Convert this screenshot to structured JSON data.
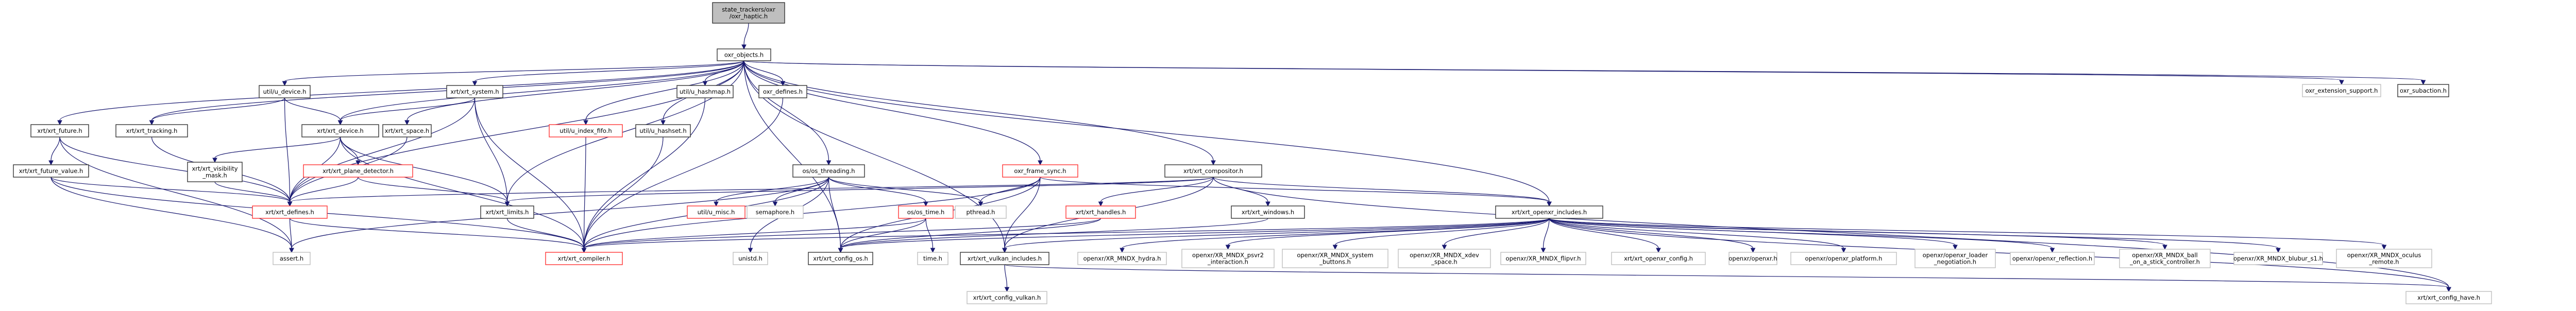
{
  "title": "Include dependency graph for oxr_haptic.h",
  "colors": {
    "edge": "#191970",
    "documented_border": "#333333",
    "undocumented_border": "#bfbfbf",
    "truncated_border": "#ff3333",
    "root_fill": "#bfbfbf"
  },
  "nodes": [
    {
      "id": "oxr_haptic",
      "lines": [
        "state_trackers/oxr",
        "/oxr_haptic.h"
      ],
      "kind": "root"
    },
    {
      "id": "oxr_objects",
      "lines": [
        "oxr_objects.h"
      ],
      "kind": "documented"
    },
    {
      "id": "u_device",
      "lines": [
        "util/u_device.h"
      ],
      "kind": "documented"
    },
    {
      "id": "xrt_system",
      "lines": [
        "xrt/xrt_system.h"
      ],
      "kind": "documented"
    },
    {
      "id": "u_hashmap",
      "lines": [
        "util/u_hashmap.h"
      ],
      "kind": "documented"
    },
    {
      "id": "oxr_defines",
      "lines": [
        "oxr_defines.h"
      ],
      "kind": "documented"
    },
    {
      "id": "xrt_future",
      "lines": [
        "xrt/xrt_future.h"
      ],
      "kind": "documented"
    },
    {
      "id": "xrt_tracking",
      "lines": [
        "xrt/xrt_tracking.h"
      ],
      "kind": "documented"
    },
    {
      "id": "xrt_device",
      "lines": [
        "xrt/xrt_device.h"
      ],
      "kind": "documented"
    },
    {
      "id": "xrt_space",
      "lines": [
        "xrt/xrt_space.h"
      ],
      "kind": "documented"
    },
    {
      "id": "u_index_fifo",
      "lines": [
        "util/u_index_fifo.h"
      ],
      "kind": "truncated"
    },
    {
      "id": "u_hashset",
      "lines": [
        "util/u_hashset.h"
      ],
      "kind": "documented"
    },
    {
      "id": "xrt_future_value",
      "lines": [
        "xrt/xrt_future_value.h"
      ],
      "kind": "documented"
    },
    {
      "id": "xrt_visibility_mask",
      "lines": [
        "xrt/xrt_visibility",
        "_mask.h"
      ],
      "kind": "documented"
    },
    {
      "id": "xrt_plane_detector",
      "lines": [
        "xrt/xrt_plane_detector.h"
      ],
      "kind": "truncated"
    },
    {
      "id": "os_threading",
      "lines": [
        "os/os_threading.h"
      ],
      "kind": "documented"
    },
    {
      "id": "oxr_frame_sync",
      "lines": [
        "oxr_frame_sync.h"
      ],
      "kind": "truncated"
    },
    {
      "id": "xrt_compositor",
      "lines": [
        "xrt/xrt_compositor.h"
      ],
      "kind": "documented"
    },
    {
      "id": "xrt_defines",
      "lines": [
        "xrt/xrt_defines.h"
      ],
      "kind": "truncated"
    },
    {
      "id": "xrt_limits",
      "lines": [
        "xrt/xrt_limits.h"
      ],
      "kind": "documented"
    },
    {
      "id": "u_misc",
      "lines": [
        "util/u_misc.h"
      ],
      "kind": "truncated"
    },
    {
      "id": "semaphore",
      "lines": [
        "semaphore.h"
      ],
      "kind": "undoc"
    },
    {
      "id": "os_time",
      "lines": [
        "os/os_time.h"
      ],
      "kind": "truncated"
    },
    {
      "id": "pthread",
      "lines": [
        "pthread.h"
      ],
      "kind": "undoc"
    },
    {
      "id": "xrt_handles",
      "lines": [
        "xrt/xrt_handles.h"
      ],
      "kind": "truncated"
    },
    {
      "id": "xrt_windows",
      "lines": [
        "xrt/xrt_windows.h"
      ],
      "kind": "documented"
    },
    {
      "id": "xrt_openxr_includes",
      "lines": [
        "xrt/xrt_openxr_includes.h"
      ],
      "kind": "documented"
    },
    {
      "id": "assert",
      "lines": [
        "assert.h"
      ],
      "kind": "undoc"
    },
    {
      "id": "xrt_compiler",
      "lines": [
        "xrt/xrt_compiler.h"
      ],
      "kind": "truncated"
    },
    {
      "id": "unistd",
      "lines": [
        "unistd.h"
      ],
      "kind": "undoc"
    },
    {
      "id": "xrt_config_os",
      "lines": [
        "xrt/xrt_config_os.h"
      ],
      "kind": "documented"
    },
    {
      "id": "time",
      "lines": [
        "time.h"
      ],
      "kind": "undoc"
    },
    {
      "id": "xrt_vulkan_includes",
      "lines": [
        "xrt/xrt_vulkan_includes.h"
      ],
      "kind": "documented"
    },
    {
      "id": "xr_hydra",
      "lines": [
        "openxr/XR_MNDX_hydra.h"
      ],
      "kind": "undoc"
    },
    {
      "id": "xr_psvr2",
      "lines": [
        "openxr/XR_MNDX_psvr2",
        "_interaction.h"
      ],
      "kind": "undoc"
    },
    {
      "id": "xr_system_buttons",
      "lines": [
        "openxr/XR_MNDX_system",
        "_buttons.h"
      ],
      "kind": "undoc"
    },
    {
      "id": "xr_xdev_space",
      "lines": [
        "openxr/XR_MNDX_xdev",
        "_space.h"
      ],
      "kind": "undoc"
    },
    {
      "id": "xr_flipvr",
      "lines": [
        "openxr/XR_MNDX_flipvr.h"
      ],
      "kind": "undoc"
    },
    {
      "id": "xrt_openxr_config",
      "lines": [
        "xrt/xrt_openxr_config.h"
      ],
      "kind": "undoc"
    },
    {
      "id": "openxr_h",
      "lines": [
        "openxr/openxr.h"
      ],
      "kind": "undoc"
    },
    {
      "id": "openxr_platform",
      "lines": [
        "openxr/openxr_platform.h"
      ],
      "kind": "undoc"
    },
    {
      "id": "openxr_loader",
      "lines": [
        "openxr/openxr_loader",
        "_negotiation.h"
      ],
      "kind": "undoc"
    },
    {
      "id": "openxr_reflection",
      "lines": [
        "openxr/openxr_reflection.h"
      ],
      "kind": "undoc"
    },
    {
      "id": "xr_ball",
      "lines": [
        "openxr/XR_MNDX_ball",
        "_on_a_stick_controller.h"
      ],
      "kind": "undoc"
    },
    {
      "id": "xr_blubur",
      "lines": [
        "openxr/XR_MNDX_blubur_s1.h"
      ],
      "kind": "undoc"
    },
    {
      "id": "xr_oculus",
      "lines": [
        "openxr/XR_MNDX_oculus",
        "_remote.h"
      ],
      "kind": "undoc"
    },
    {
      "id": "xrt_config_have",
      "lines": [
        "xrt/xrt_config_have.h"
      ],
      "kind": "undoc"
    },
    {
      "id": "xrt_config_vulkan",
      "lines": [
        "xrt/xrt_config_vulkan.h"
      ],
      "kind": "undoc"
    },
    {
      "id": "oxr_extension_support",
      "lines": [
        "oxr_extension_support.h"
      ],
      "kind": "undoc"
    },
    {
      "id": "oxr_subaction",
      "lines": [
        "oxr_subaction.h"
      ],
      "kind": "documented"
    }
  ],
  "edges": [
    [
      "oxr_haptic",
      "oxr_objects"
    ],
    [
      "oxr_objects",
      "u_device"
    ],
    [
      "oxr_objects",
      "xrt_system"
    ],
    [
      "oxr_objects",
      "u_hashmap"
    ],
    [
      "oxr_objects",
      "oxr_defines"
    ],
    [
      "oxr_objects",
      "xrt_future"
    ],
    [
      "oxr_objects",
      "xrt_tracking"
    ],
    [
      "oxr_objects",
      "xrt_device"
    ],
    [
      "oxr_objects",
      "xrt_space"
    ],
    [
      "oxr_objects",
      "u_index_fifo"
    ],
    [
      "oxr_objects",
      "u_hashset"
    ],
    [
      "oxr_objects",
      "os_threading"
    ],
    [
      "oxr_objects",
      "oxr_frame_sync"
    ],
    [
      "oxr_objects",
      "xrt_compositor"
    ],
    [
      "oxr_objects",
      "xrt_openxr_includes"
    ],
    [
      "oxr_objects",
      "xrt_defines"
    ],
    [
      "oxr_objects",
      "xrt_limits"
    ],
    [
      "oxr_objects",
      "xrt_config_os"
    ],
    [
      "oxr_objects",
      "xrt_vulkan_includes"
    ],
    [
      "oxr_objects",
      "oxr_extension_support"
    ],
    [
      "oxr_objects",
      "oxr_subaction"
    ],
    [
      "u_device",
      "xrt_tracking"
    ],
    [
      "u_device",
      "xrt_device"
    ],
    [
      "u_device",
      "xrt_defines"
    ],
    [
      "xrt_system",
      "xrt_device"
    ],
    [
      "xrt_system",
      "xrt_defines"
    ],
    [
      "xrt_system",
      "xrt_limits"
    ],
    [
      "xrt_system",
      "xrt_compiler"
    ],
    [
      "u_hashmap",
      "xrt_compiler"
    ],
    [
      "oxr_defines",
      "xrt_compiler"
    ],
    [
      "u_hashset",
      "xrt_compiler"
    ],
    [
      "u_index_fifo",
      "xrt_compiler"
    ],
    [
      "xrt_future",
      "xrt_future_value"
    ],
    [
      "xrt_future",
      "xrt_defines"
    ],
    [
      "xrt_future",
      "assert"
    ],
    [
      "xrt_tracking",
      "xrt_defines"
    ],
    [
      "xrt_device",
      "xrt_visibility_mask"
    ],
    [
      "xrt_device",
      "xrt_plane_detector"
    ],
    [
      "xrt_device",
      "xrt_defines"
    ],
    [
      "xrt_device",
      "xrt_limits"
    ],
    [
      "xrt_device",
      "xrt_compiler"
    ],
    [
      "xrt_space",
      "xrt_defines"
    ],
    [
      "xrt_future_value",
      "xrt_defines"
    ],
    [
      "xrt_future_value",
      "assert"
    ],
    [
      "xrt_future_value",
      "xrt_compiler"
    ],
    [
      "xrt_visibility_mask",
      "xrt_defines"
    ],
    [
      "xrt_plane_detector",
      "xrt_defines"
    ],
    [
      "xrt_plane_detector",
      "xrt_limits"
    ],
    [
      "xrt_defines",
      "assert"
    ],
    [
      "xrt_defines",
      "xrt_compiler"
    ],
    [
      "xrt_limits",
      "xrt_compiler"
    ],
    [
      "os_threading",
      "u_misc"
    ],
    [
      "os_threading",
      "semaphore"
    ],
    [
      "os_threading",
      "os_time"
    ],
    [
      "os_threading",
      "pthread"
    ],
    [
      "os_threading",
      "xrt_config_os"
    ],
    [
      "os_threading",
      "unistd"
    ],
    [
      "os_threading",
      "xrt_compiler"
    ],
    [
      "os_threading",
      "assert"
    ],
    [
      "os_time",
      "xrt_config_os"
    ],
    [
      "os_time",
      "time"
    ],
    [
      "os_time",
      "xrt_compiler"
    ],
    [
      "oxr_frame_sync",
      "pthread"
    ],
    [
      "oxr_frame_sync",
      "xrt_compiler"
    ],
    [
      "oxr_frame_sync",
      "xrt_config_os"
    ],
    [
      "oxr_frame_sync",
      "xrt_vulkan_includes"
    ],
    [
      "oxr_frame_sync",
      "xrt_openxr_includes"
    ],
    [
      "xrt_compositor",
      "xrt_handles"
    ],
    [
      "xrt_compositor",
      "xrt_windows"
    ],
    [
      "xrt_compositor",
      "xrt_defines"
    ],
    [
      "xrt_compositor",
      "xrt_limits"
    ],
    [
      "xrt_compositor",
      "xrt_vulkan_includes"
    ],
    [
      "xrt_compositor",
      "xrt_openxr_includes"
    ],
    [
      "xrt_compositor",
      "xrt_config_have"
    ],
    [
      "xrt_handles",
      "xrt_config_os"
    ],
    [
      "xrt_handles",
      "xrt_compiler"
    ],
    [
      "xrt_windows",
      "xrt_config_os"
    ],
    [
      "xrt_vulkan_includes",
      "xrt_config_vulkan"
    ],
    [
      "xrt_vulkan_includes",
      "xrt_config_have"
    ],
    [
      "xrt_openxr_includes",
      "xr_hydra"
    ],
    [
      "xrt_openxr_includes",
      "xr_psvr2"
    ],
    [
      "xrt_openxr_includes",
      "xr_system_buttons"
    ],
    [
      "xrt_openxr_includes",
      "xr_xdev_space"
    ],
    [
      "xrt_openxr_includes",
      "xr_flipvr"
    ],
    [
      "xrt_openxr_includes",
      "xrt_openxr_config"
    ],
    [
      "xrt_openxr_includes",
      "openxr_h"
    ],
    [
      "xrt_openxr_includes",
      "openxr_platform"
    ],
    [
      "xrt_openxr_includes",
      "openxr_loader"
    ],
    [
      "xrt_openxr_includes",
      "openxr_reflection"
    ],
    [
      "xrt_openxr_includes",
      "xr_ball"
    ],
    [
      "xrt_openxr_includes",
      "xr_blubur"
    ],
    [
      "xrt_openxr_includes",
      "xr_oculus"
    ],
    [
      "xrt_openxr_includes",
      "xrt_config_os"
    ],
    [
      "xrt_openxr_includes",
      "xrt_compiler"
    ],
    [
      "xrt_openxr_includes",
      "xrt_vulkan_includes"
    ],
    [
      "xrt_openxr_includes",
      "xrt_config_have"
    ]
  ]
}
